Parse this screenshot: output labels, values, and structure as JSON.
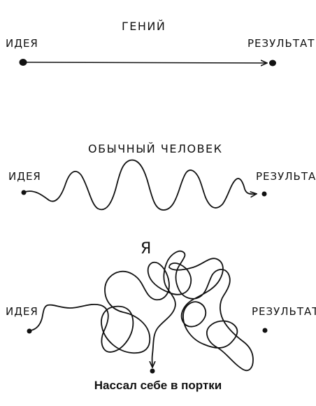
{
  "genius": {
    "title": "ГЕНИЙ",
    "start_label": "ИДЕЯ",
    "end_label": "РЕЗУЛЬТАТ"
  },
  "ordinary": {
    "title": "ОБЫЧНЫЙ ЧЕЛОВЕК",
    "start_label": "ИДЕЯ",
    "end_label": "РЕЗУЛЬТАТ"
  },
  "me": {
    "title": "Я",
    "start_label": "ИДЕЯ",
    "end_label": "РЕЗУЛЬТАТ"
  },
  "caption": "Нассал себе в портки",
  "colors": {
    "ink": "#111111",
    "background": "#ffffff"
  }
}
